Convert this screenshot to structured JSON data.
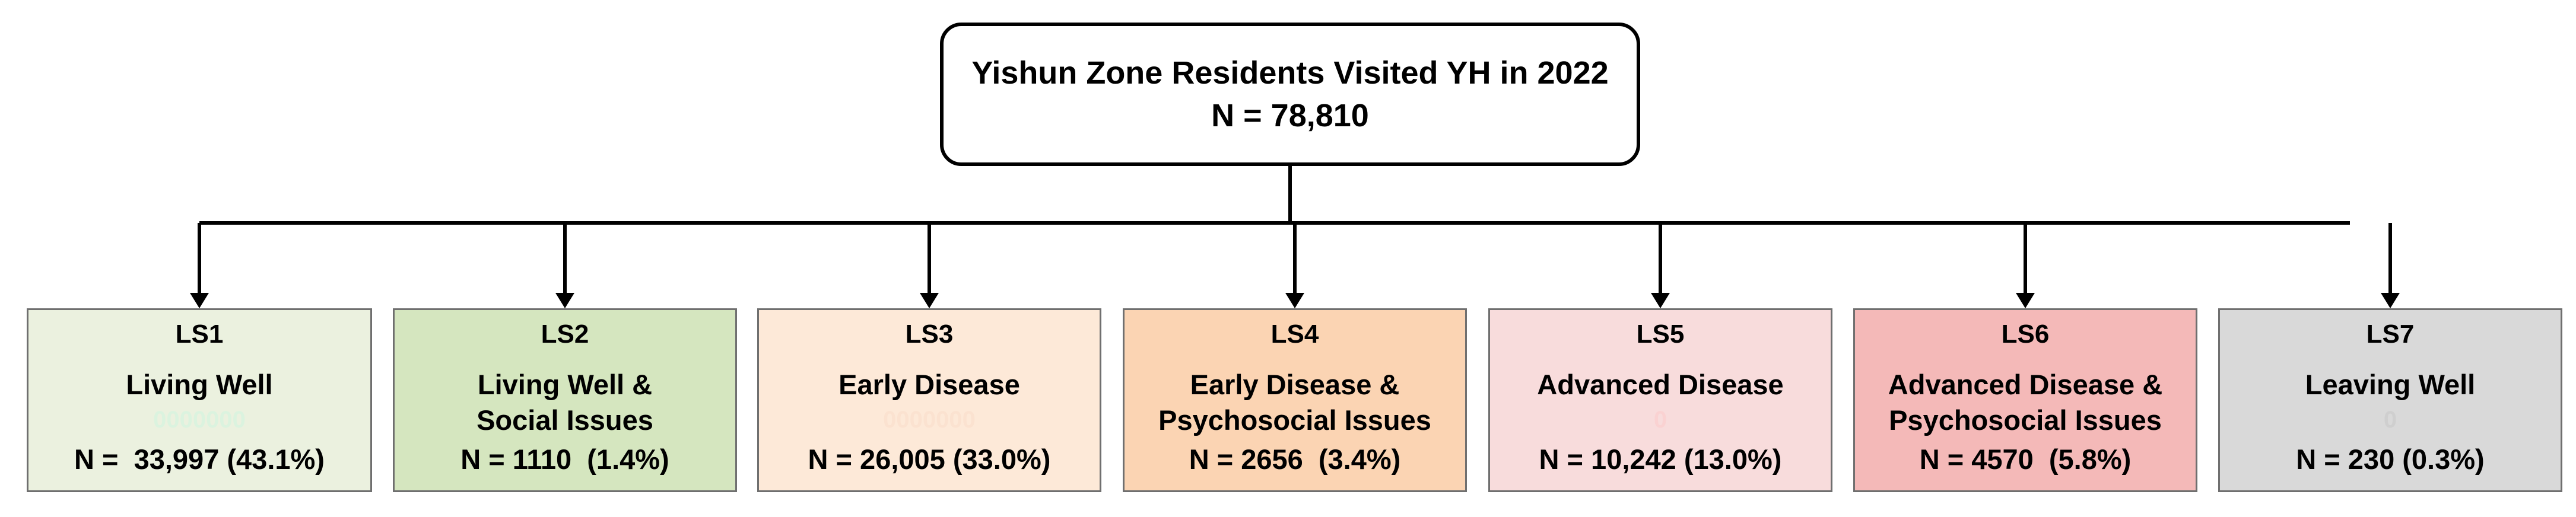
{
  "root": {
    "title": "Yishun Zone Residents Visited YH in 2022",
    "total": "N = 78,810"
  },
  "stages": [
    {
      "code": "LS1",
      "name_line1": "Living Well",
      "name_line2": "",
      "ghost": "0000000",
      "n_label": "N =  33,997 (43.1%)",
      "fill": "#ebf1df",
      "ghost_color": "#dbf3df"
    },
    {
      "code": "LS2",
      "name_line1": "Living Well &",
      "name_line2": "Social Issues",
      "ghost": "",
      "n_label": "N = 1110  (1.4%)",
      "fill": "#d5e6bf",
      "ghost_color": ""
    },
    {
      "code": "LS3",
      "name_line1": "Early Disease",
      "name_line2": "",
      "ghost": "0000000",
      "n_label": "N = 26,005 (33.0%)",
      "fill": "#fde9d8",
      "ghost_color": "#fbe2d0"
    },
    {
      "code": "LS4",
      "name_line1": "Early Disease &",
      "name_line2": "Psychosocial Issues",
      "ghost": "",
      "n_label": "N = 2656  (3.4%)",
      "fill": "#fbd4b3",
      "ghost_color": ""
    },
    {
      "code": "LS5",
      "name_line1": "Advanced Disease",
      "name_line2": "",
      "ghost": "0",
      "n_label": "N = 10,242 (13.0%)",
      "fill": "#f8dcdc",
      "ghost_color": "#fad2d2"
    },
    {
      "code": "LS6",
      "name_line1": "Advanced Disease &",
      "name_line2": "Psychosocial Issues",
      "ghost": "",
      "n_label": "N = 4570  (5.8%)",
      "fill": "#f4b9b8",
      "ghost_color": ""
    },
    {
      "code": "LS7",
      "name_line1": "Leaving Well",
      "name_line2": "",
      "ghost": "0",
      "n_label": "N = 230 (0.3%)",
      "fill": "#d9d9d9",
      "ghost_color": "#cfcfcf"
    }
  ]
}
